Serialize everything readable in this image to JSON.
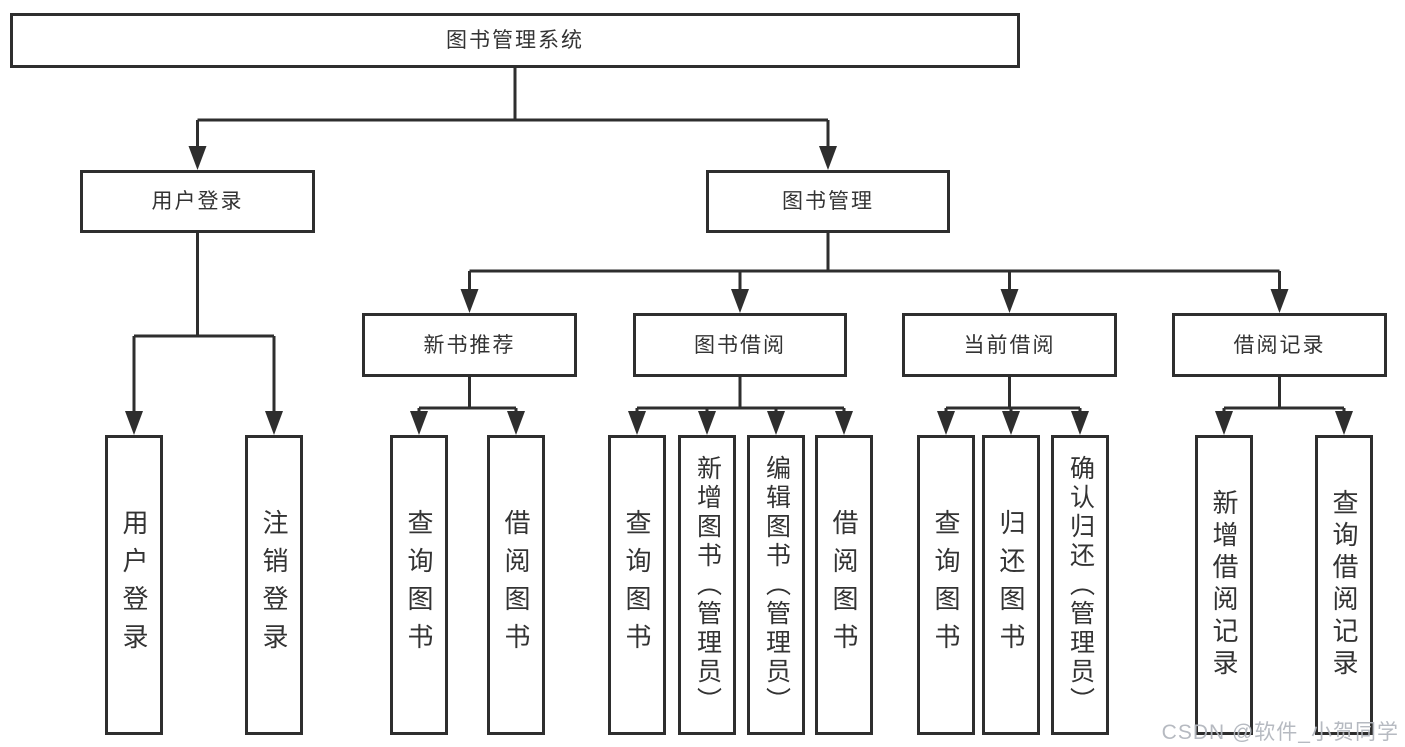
{
  "diagram": {
    "tree": {
      "label": "图书管理系统",
      "children": [
        {
          "label": "用户登录",
          "children": [
            {
              "label": "用户登录"
            },
            {
              "label": "注销登录"
            }
          ]
        },
        {
          "label": "图书管理",
          "children": [
            {
              "label": "新书推荐",
              "children": [
                {
                  "label": "查询图书"
                },
                {
                  "label": "借阅图书"
                }
              ]
            },
            {
              "label": "图书借阅",
              "children": [
                {
                  "label": "查询图书"
                },
                {
                  "label": "新增图书（管理员）"
                },
                {
                  "label": "编辑图书（管理员）"
                },
                {
                  "label": "借阅图书"
                }
              ]
            },
            {
              "label": "当前借阅",
              "children": [
                {
                  "label": "查询图书"
                },
                {
                  "label": "归还图书"
                },
                {
                  "label": "确认归还（管理员）"
                }
              ]
            },
            {
              "label": "借阅记录",
              "children": [
                {
                  "label": "新增借阅记录"
                },
                {
                  "label": "查询借阅记录"
                }
              ]
            }
          ]
        }
      ]
    },
    "colors": {
      "line": "#2e2e2e",
      "box_border": "#2e2e2e",
      "text": "#333333",
      "background": "#ffffff",
      "watermark": "#b3b7be"
    }
  },
  "watermark": {
    "text": "CSDN @软件_小贺同学"
  }
}
